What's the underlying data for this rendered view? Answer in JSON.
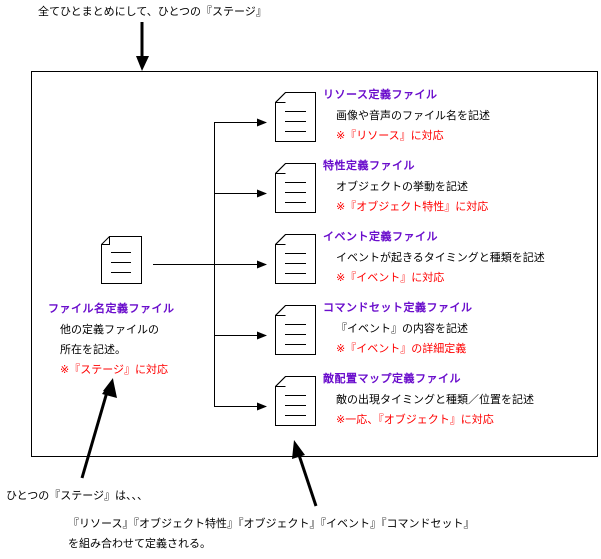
{
  "top_caption": "全てひとまとめにして、ひとつの『ステージ』",
  "colors": {
    "title": "#6a0dcc",
    "note": "#ff0000",
    "text": "#000000",
    "line": "#000000"
  },
  "source_file": {
    "icon": "document-icon",
    "title": "ファイル名定義ファイル",
    "desc_lines": [
      "他の定義ファイルの",
      "所在を記述。"
    ],
    "note": "※『ステージ』に対応"
  },
  "target_files": [
    {
      "icon": "document-icon",
      "title": "リソース定義ファイル",
      "desc": "画像や音声のファイル名を記述",
      "note": "※『リソース』に対応"
    },
    {
      "icon": "document-icon",
      "title": "特性定義ファイル",
      "desc": "オブジェクトの挙動を記述",
      "note": "※『オブジェクト特性』に対応"
    },
    {
      "icon": "document-icon",
      "title": "イベント定義ファイル",
      "desc": "イベントが起きるタイミングと種類を記述",
      "note": "※『イベント』に対応"
    },
    {
      "icon": "document-icon",
      "title": "コマンドセット定義ファイル",
      "desc": "『イベント』の内容を記述",
      "note": "※『イベント』の詳細定義"
    },
    {
      "icon": "document-icon",
      "title": "敵配置マップ定義ファイル",
      "desc": "敵の出現タイミングと種類／位置を記述",
      "note": "※一応、『オブジェクト』に対応"
    }
  ],
  "bottom_left_caption": "ひとつの『ステージ』は、、、",
  "bottom_center_caption": {
    "line1": "『リソース』『オブジェクト特性』『オブジェクト』『イベント』『コマンドセット』",
    "line2": "を組み合わせて定義される。"
  }
}
